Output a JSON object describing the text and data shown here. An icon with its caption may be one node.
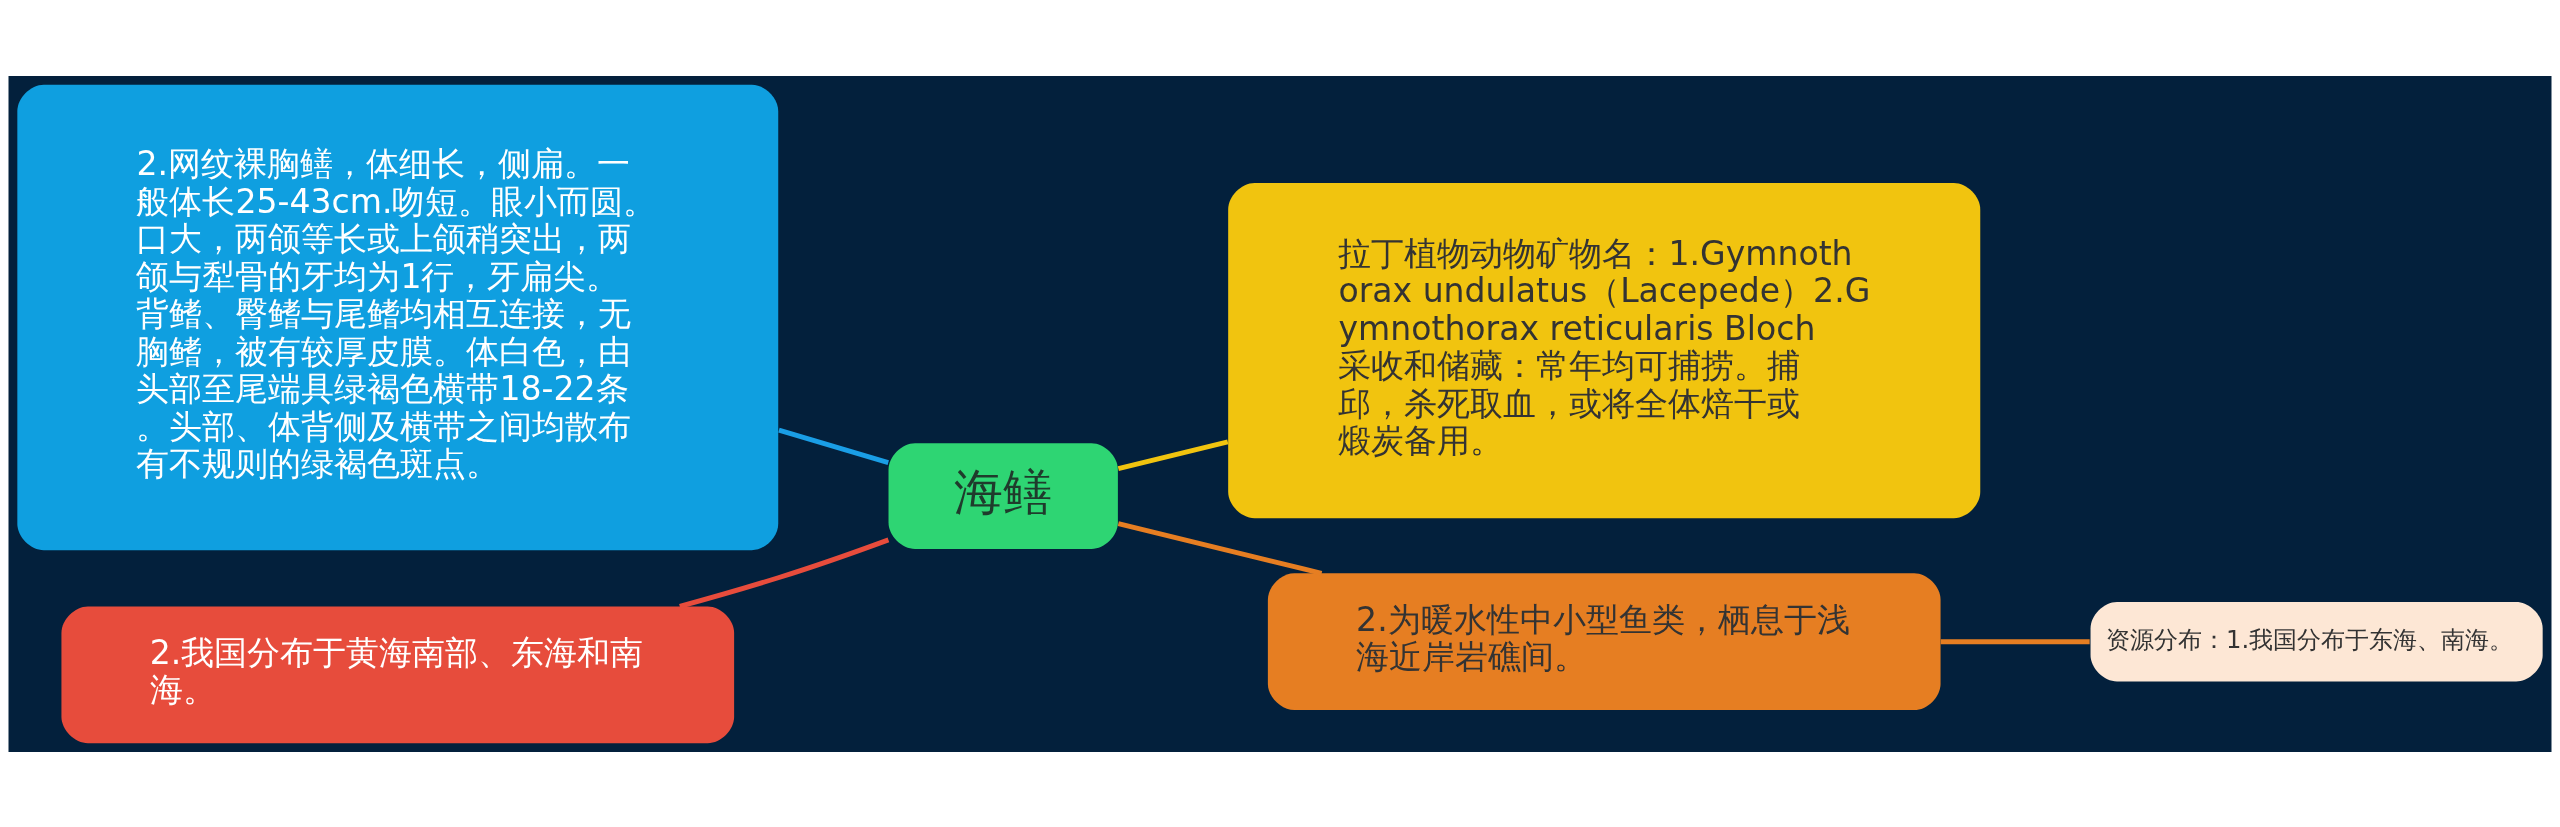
{
  "diagram": {
    "nodes": [
      {
        "text": [
          "海鳝"
        ]
      },
      {
        "text": [
          "2.网纹裸胸鳝，体细长，侧扁。一般体长25-43cm.吻短。眼小而圆。口大，两颌等长或上颌稍突出，两颌与犁骨的牙均为1行，牙扁尖。背鳍、臀鳍与尾鳍均相互连接，无胸鳍，被有较厚皮膜。体白色，由头部至尾端具绿褐色横带18-22条。头部、体背侧及横带之间均散布有不规则的绿褐色斑点。"
        ]
      },
      {
        "text": [
          "拉丁植物动物矿物名：1.Gymnothorax undulatus（Lacepede）2.Gymnothorax reticularis Bloch采收和储藏：常年均可捕捞。捕邱，杀死取血，或将全体焙干或煅炭备用。"
        ]
      },
      {
        "text": [
          "2.我国分布于黄海南部、东海和南海。"
        ]
      },
      {
        "text": [
          "2.为暖水性中小型鱼类，栖息于浅海近岸岩礁间。"
        ]
      },
      {
        "text": [
          "资源分布：1.我国分布于东海、南海。"
        ]
      }
    ],
    "edges": [
      {
        "from": 0,
        "to": 1,
        "arrow": "none",
        "color": "#1a9ee6"
      },
      {
        "from": 0,
        "to": 2,
        "arrow": "none",
        "color": "#f1c40f"
      },
      {
        "from": 0,
        "to": 3,
        "arrow": "none",
        "color": "#e74c3c"
      },
      {
        "from": 0,
        "to": 4,
        "arrow": "none",
        "color": "#e67e22"
      },
      {
        "from": 4,
        "to": 5,
        "arrow": "none",
        "color": "#e67e22"
      }
    ]
  }
}
